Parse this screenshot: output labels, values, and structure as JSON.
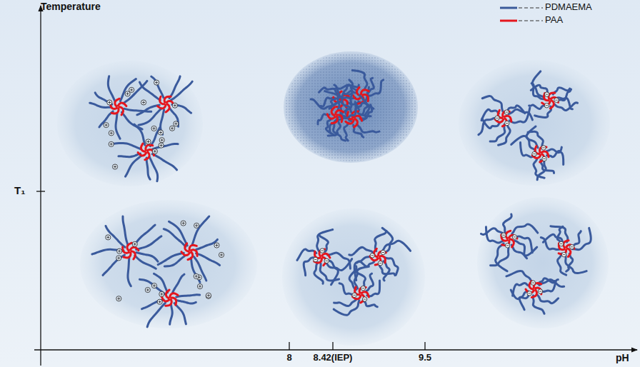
{
  "diagram": {
    "labels": [
      "Temperature",
      "T₁",
      "pH",
      "8",
      "8.42(IEP)",
      "9.5"
    ],
    "legend": [
      {
        "text": "PDMAEMA"
      },
      {
        "text": "PAA"
      }
    ]
  }
}
